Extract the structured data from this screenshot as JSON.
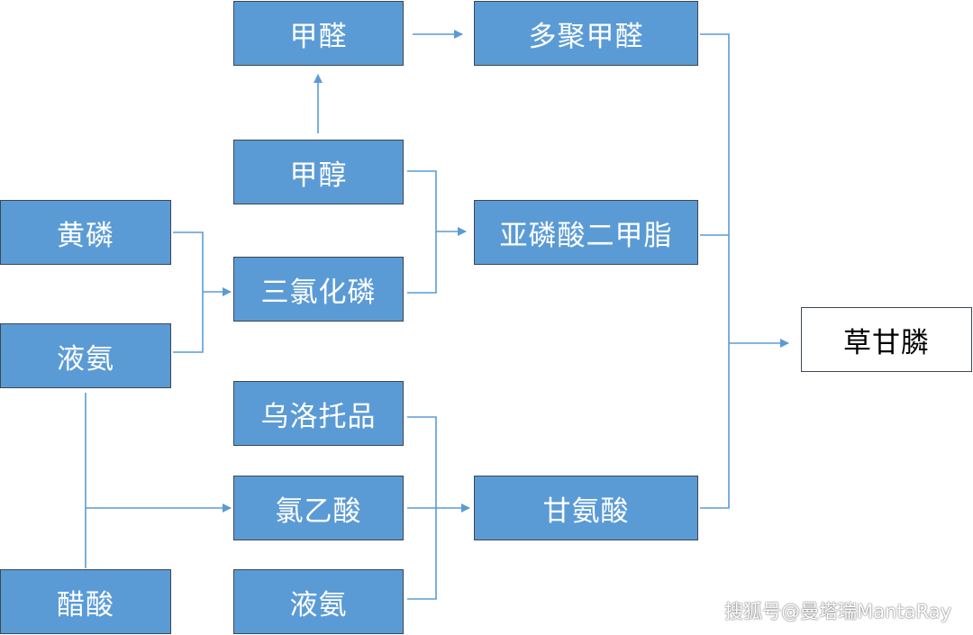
{
  "colors": {
    "node_fill": "#5b9bd5",
    "node_border": "#3e4650",
    "connector": "#5b9bd5",
    "final_fill": "#ffffff"
  },
  "nodes": {
    "formaldehyde": "甲醛",
    "polyformaldehyde": "多聚甲醛",
    "methanol": "甲醇",
    "yellow_phosphorus": "黄磷",
    "phosphorus_trichloride": "三氯化磷",
    "dimethyl_phosphite": "亚磷酸二甲脂",
    "liquid_ammonia_1": "液氨",
    "urotropine": "乌洛托品",
    "chloroacetic_acid": "氯乙酸",
    "glycine": "甘氨酸",
    "acetic_acid": "醋酸",
    "liquid_ammonia_2": "液氨",
    "glyphosate": "草甘膦"
  },
  "watermark": "搜狐号@曼塔瑞MantaRay"
}
